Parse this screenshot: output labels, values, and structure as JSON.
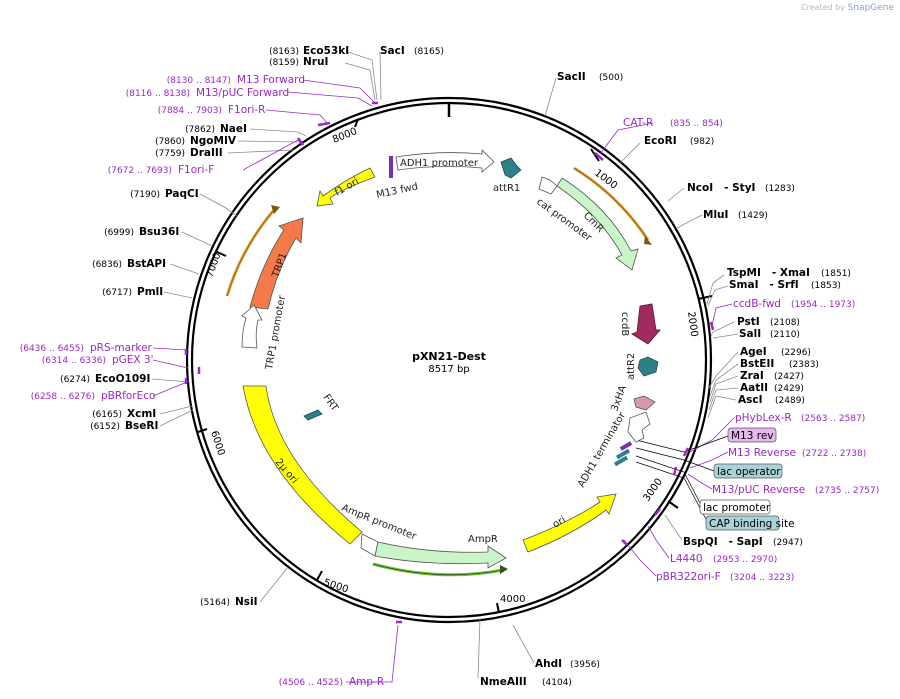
{
  "credit": {
    "prefix": "Created by",
    "brand": "SnapGene"
  },
  "plasmid": {
    "name": "pXN21-Dest",
    "length": "8517 bp"
  },
  "ticks": [
    "1000",
    "2000",
    "3000",
    "4000",
    "5000",
    "6000",
    "7000",
    "8000"
  ],
  "sites": [
    {
      "id": "site-eco53ki",
      "name": "Eco53kI",
      "pos": "(8163)"
    },
    {
      "id": "site-saci",
      "name": "SacI",
      "pos": "(8165)"
    },
    {
      "id": "site-nrui",
      "name": "NruI",
      "pos": "(8159)"
    },
    {
      "id": "site-sacii",
      "name": "SacII",
      "pos": "(500)"
    },
    {
      "id": "site-naei",
      "name": "NaeI",
      "pos": "(7862)"
    },
    {
      "id": "site-ngomiv",
      "name": "NgoMIV",
      "pos": "(7860)"
    },
    {
      "id": "site-draiii",
      "name": "DraIII",
      "pos": "(7759)"
    },
    {
      "id": "site-ecori",
      "name": "EcoRI",
      "pos": "(982)"
    },
    {
      "id": "site-ncoi-styi",
      "name": "NcoI   - StyI",
      "pos": "(1283)"
    },
    {
      "id": "site-paqci",
      "name": "PaqCI",
      "pos": "(7190)"
    },
    {
      "id": "site-mlui",
      "name": "MluI",
      "pos": "(1429)"
    },
    {
      "id": "site-bsu36i",
      "name": "Bsu36I",
      "pos": "(6999)"
    },
    {
      "id": "site-bstapi",
      "name": "BstAPI",
      "pos": "(6836)"
    },
    {
      "id": "site-tspmi-xmai",
      "name": "TspMI   - XmaI",
      "pos": "(1851)"
    },
    {
      "id": "site-smai-srfi",
      "name": "SmaI   - SrfI",
      "pos": "(1853)"
    },
    {
      "id": "site-pmli",
      "name": "PmlI",
      "pos": "(6717)"
    },
    {
      "id": "site-psti",
      "name": "PstI",
      "pos": "(2108)"
    },
    {
      "id": "site-sali",
      "name": "SalI",
      "pos": "(2110)"
    },
    {
      "id": "site-agei",
      "name": "AgeI",
      "pos": "(2296)"
    },
    {
      "id": "site-bsteii",
      "name": "BstEII",
      "pos": "(2383)"
    },
    {
      "id": "site-ecoo109i",
      "name": "EcoO109I",
      "pos": "(6274)"
    },
    {
      "id": "site-zrai",
      "name": "ZraI",
      "pos": "(2427)"
    },
    {
      "id": "site-aatii",
      "name": "AatII",
      "pos": "(2429)"
    },
    {
      "id": "site-asci",
      "name": "AscI",
      "pos": "(2489)"
    },
    {
      "id": "site-xcmi",
      "name": "XcmI",
      "pos": "(6165)"
    },
    {
      "id": "site-bseri",
      "name": "BseRI",
      "pos": "(6152)"
    },
    {
      "id": "site-bspqi-sapi",
      "name": "BspQI   - SapI",
      "pos": "(2947)"
    },
    {
      "id": "site-nsii",
      "name": "NsiI",
      "pos": "(5164)"
    },
    {
      "id": "site-ahdi",
      "name": "AhdI",
      "pos": "(3956)"
    },
    {
      "id": "site-nmeaiii",
      "name": "NmeAIII",
      "pos": "(4104)"
    }
  ],
  "primers": [
    {
      "id": "primer-m13-forward",
      "name": "M13 Forward",
      "pos": "(8130 .. 8147)"
    },
    {
      "id": "primer-m13-puc-forward",
      "name": "M13/pUC Forward",
      "pos": "(8116 .. 8138)"
    },
    {
      "id": "primer-f1ori-r",
      "name": "F1ori-R",
      "pos": "(7884 .. 7903)"
    },
    {
      "id": "primer-cat-r",
      "name": "CAT-R",
      "pos": "(835 .. 854)"
    },
    {
      "id": "primer-f1ori-f",
      "name": "F1ori-F",
      "pos": "(7672 .. 7693)"
    },
    {
      "id": "primer-ccdb-fwd",
      "name": "ccdB-fwd",
      "pos": "(1954 .. 1973)"
    },
    {
      "id": "primer-prs-marker",
      "name": "pRS-marker",
      "pos": "(6436 .. 6455)"
    },
    {
      "id": "primer-pgex3",
      "name": "pGEX 3'",
      "pos": "(6314 .. 6336)"
    },
    {
      "id": "primer-pbrforeco",
      "name": "pBRforEco",
      "pos": "(6258 .. 6276)"
    },
    {
      "id": "primer-phyblex-r",
      "name": "pHybLex-R",
      "pos": "(2563 .. 2587)"
    },
    {
      "id": "primer-m13-reverse",
      "name": "M13 Reverse",
      "pos": "(2722 .. 2738)"
    },
    {
      "id": "primer-m13-puc-reverse",
      "name": "M13/pUC Reverse",
      "pos": "(2735 .. 2757)"
    },
    {
      "id": "primer-l4440",
      "name": "L4440",
      "pos": "(2953 .. 2970)"
    },
    {
      "id": "primer-pbr322ori-f",
      "name": "pBR322ori-F",
      "pos": "(3204 .. 3223)"
    },
    {
      "id": "primer-amp-r",
      "name": "Amp-R",
      "pos": "(4506 .. 4525)"
    }
  ],
  "boxed_labels": [
    {
      "id": "label-m13-rev",
      "text": "M13 rev",
      "fill": "#e7b7ef"
    },
    {
      "id": "label-lac-operator",
      "text": "lac operator",
      "fill": "#a9d3d8"
    },
    {
      "id": "label-lac-promoter",
      "text": "lac promoter",
      "fill": "#ffffff"
    },
    {
      "id": "label-cap-site",
      "text": "CAP binding site",
      "fill": "#a9d3d8"
    }
  ],
  "features": [
    {
      "id": "feature-adh1-promoter",
      "text": "ADH1 promoter"
    },
    {
      "id": "feature-attr1",
      "text": "attR1"
    },
    {
      "id": "feature-m13-fwd",
      "text": "M13 fwd"
    },
    {
      "id": "feature-f1-ori",
      "text": "f1 ori"
    },
    {
      "id": "feature-cat-promoter",
      "text": "cat promoter"
    },
    {
      "id": "feature-cmr",
      "text": "CmR"
    },
    {
      "id": "feature-trp1",
      "text": "TRP1"
    },
    {
      "id": "feature-trp1-promoter",
      "text": "TRP1 promoter"
    },
    {
      "id": "feature-ccdb",
      "text": "ccdB"
    },
    {
      "id": "feature-attr2",
      "text": "attR2"
    },
    {
      "id": "feature-3xha",
      "text": "3xHA"
    },
    {
      "id": "feature-frt",
      "text": "FRT"
    },
    {
      "id": "feature-adh1-terminator",
      "text": "ADH1 terminator"
    },
    {
      "id": "feature-2u-ori",
      "text": "2μ ori"
    },
    {
      "id": "feature-ampr-promoter",
      "text": "AmpR promoter"
    },
    {
      "id": "feature-ampr",
      "text": "AmpR"
    },
    {
      "id": "feature-ori",
      "text": "ori"
    }
  ],
  "colors": {
    "backbone": "#000000",
    "site_line": "#8c8c8c",
    "primer": "#9a27c9",
    "orange_primer_arrow": "#e8a23a",
    "green_primer_arrow": "#6dbd3e",
    "f1_ori": "#ffff00",
    "cmr": "#c9f5c9",
    "trp1": "#f57a4a",
    "ccdb": "#a12b5e",
    "attr": "#2f7f8b",
    "three_xha": "#d49ab1",
    "frt": "#2f7f8b",
    "two_micron": "#ffff00",
    "ampr": "#c9f5c9",
    "ori": "#ffff00"
  }
}
